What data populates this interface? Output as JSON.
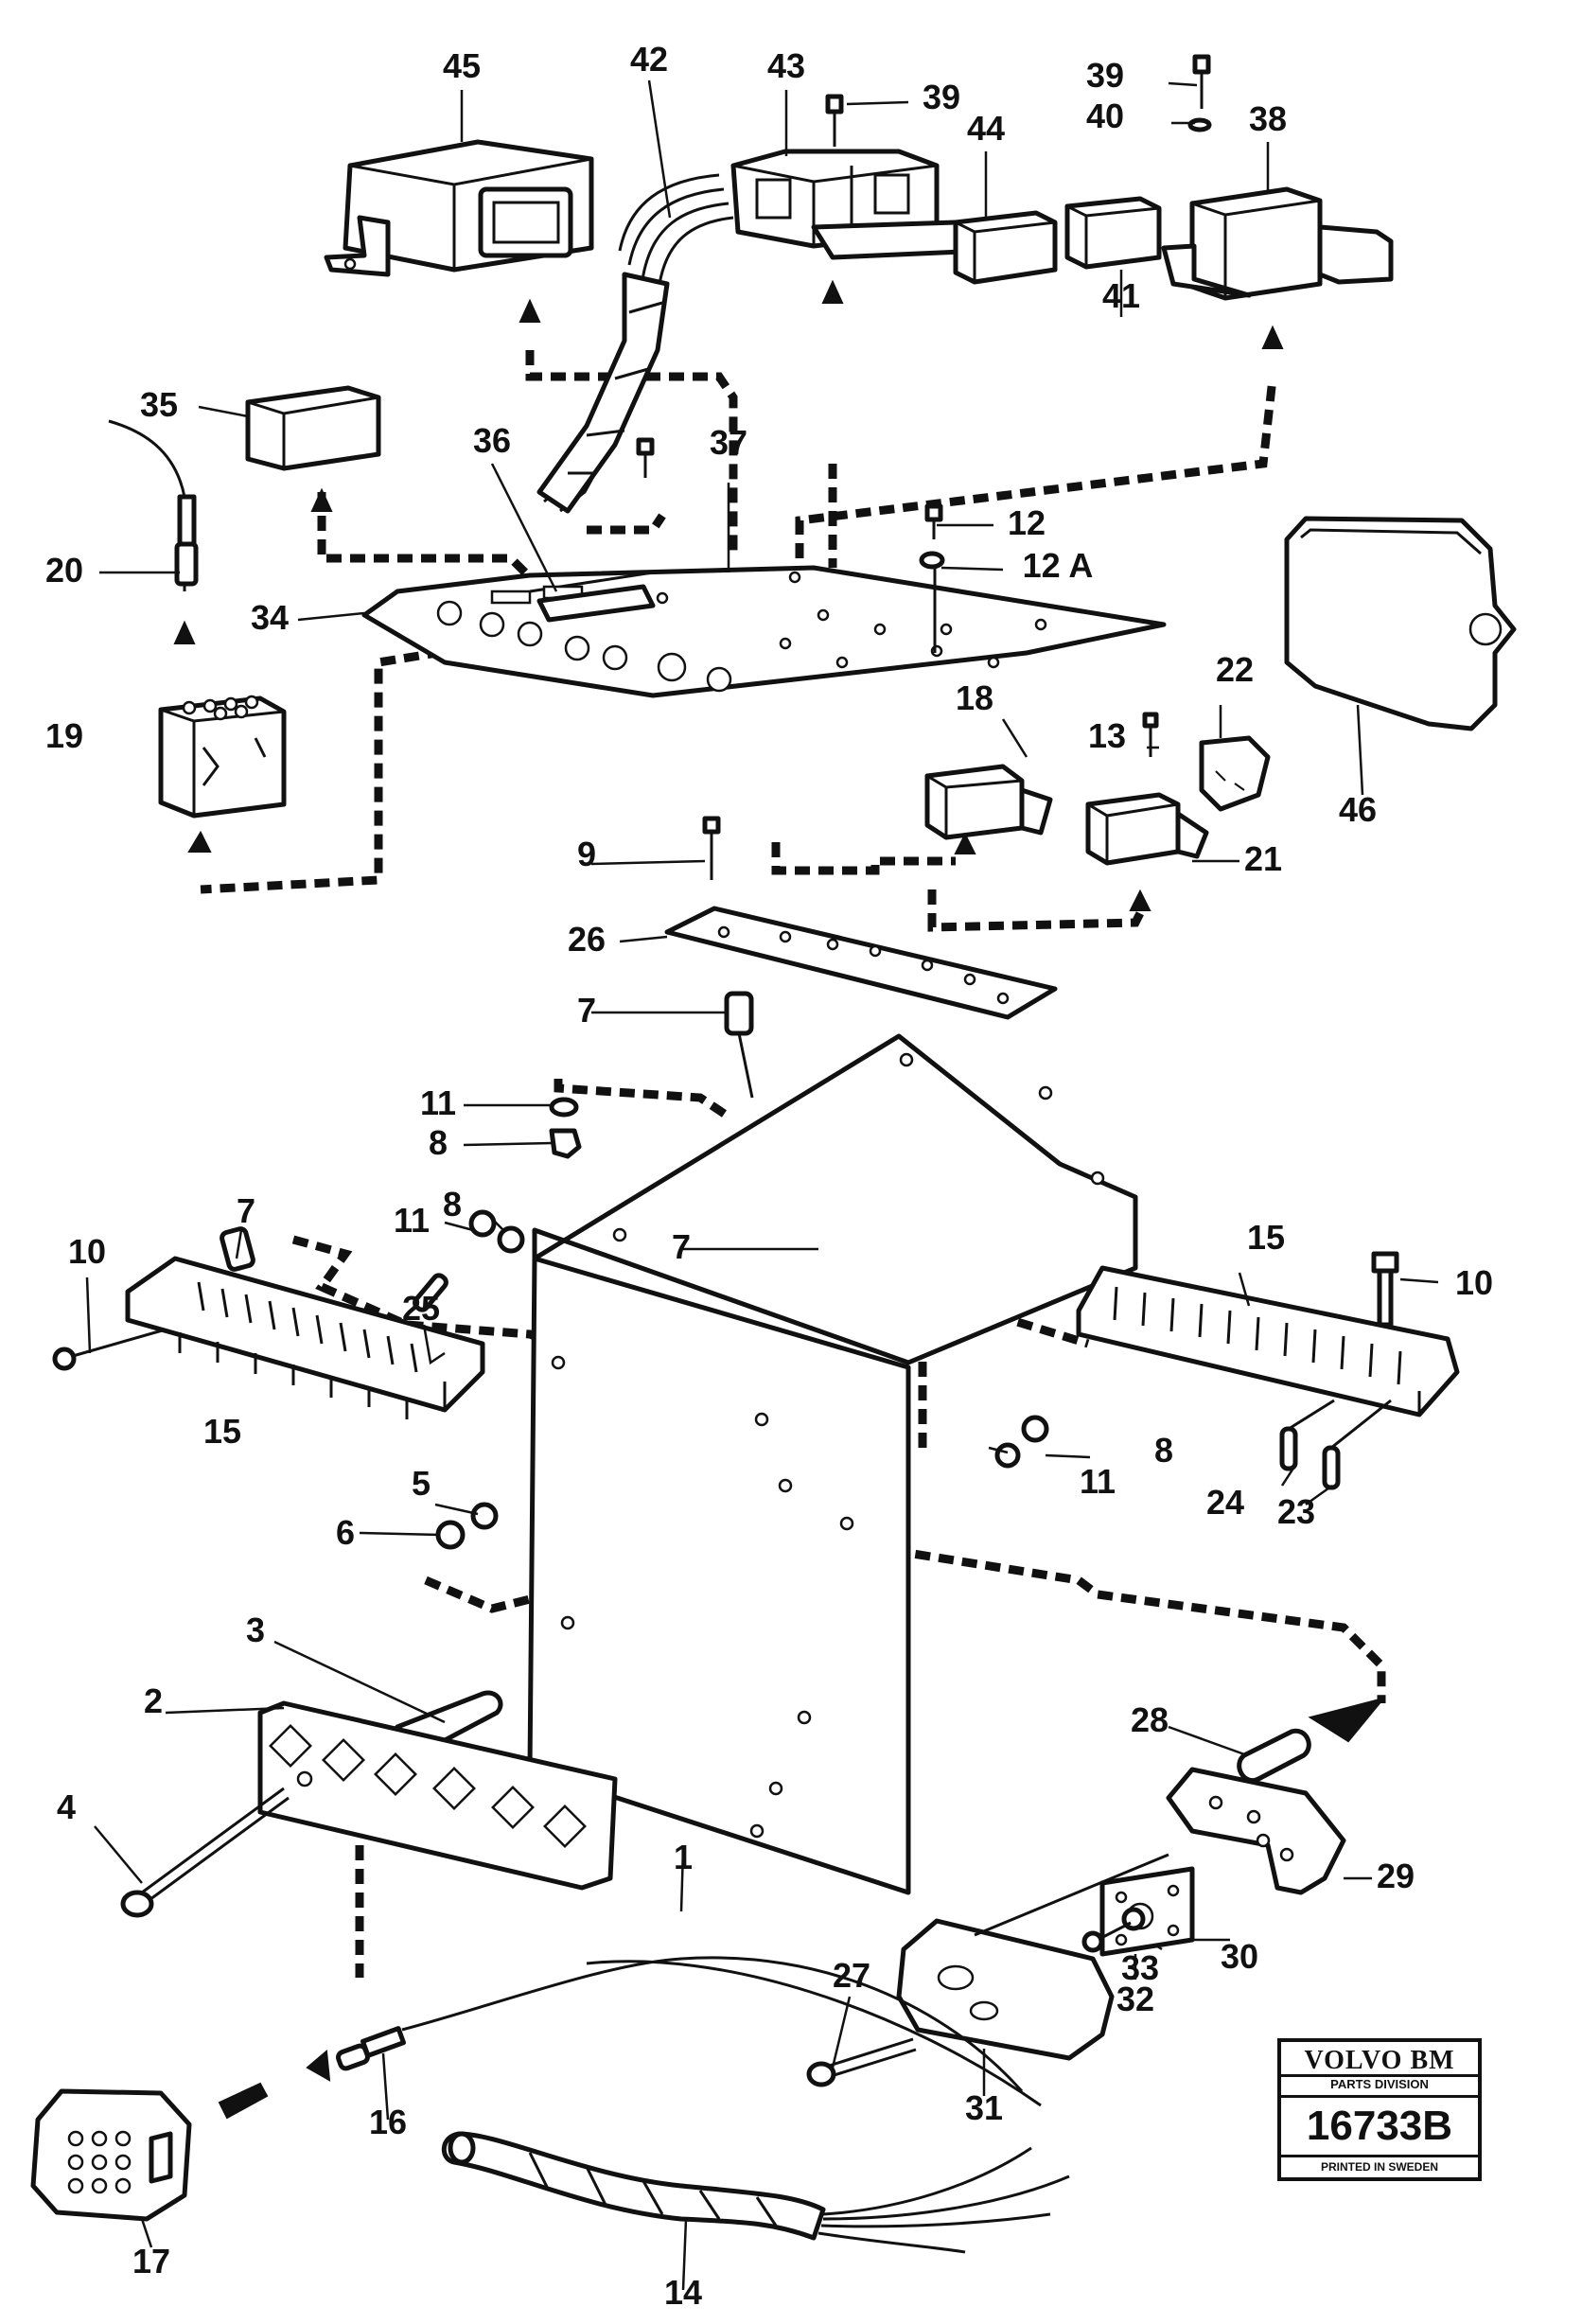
{
  "diagram": {
    "labels": [
      {
        "id": "45",
        "text": "45"
      },
      {
        "id": "42",
        "text": "42"
      },
      {
        "id": "43",
        "text": "43"
      },
      {
        "id": "39a",
        "text": "39"
      },
      {
        "id": "44",
        "text": "44"
      },
      {
        "id": "39b",
        "text": "39"
      },
      {
        "id": "40",
        "text": "40"
      },
      {
        "id": "38",
        "text": "38"
      },
      {
        "id": "41",
        "text": "41"
      },
      {
        "id": "35",
        "text": "35"
      },
      {
        "id": "36",
        "text": "36"
      },
      {
        "id": "37",
        "text": "37"
      },
      {
        "id": "12",
        "text": "12"
      },
      {
        "id": "12A",
        "text": "12 A"
      },
      {
        "id": "20",
        "text": "20"
      },
      {
        "id": "34",
        "text": "34"
      },
      {
        "id": "46",
        "text": "46"
      },
      {
        "id": "19",
        "text": "19"
      },
      {
        "id": "18",
        "text": "18"
      },
      {
        "id": "13",
        "text": "13"
      },
      {
        "id": "22",
        "text": "22"
      },
      {
        "id": "21",
        "text": "21"
      },
      {
        "id": "9",
        "text": "9"
      },
      {
        "id": "26",
        "text": "26"
      },
      {
        "id": "7a",
        "text": "7"
      },
      {
        "id": "11a",
        "text": "11"
      },
      {
        "id": "8a",
        "text": "8"
      },
      {
        "id": "7b",
        "text": "7"
      },
      {
        "id": "8b",
        "text": "8"
      },
      {
        "id": "11b",
        "text": "11"
      },
      {
        "id": "10a",
        "text": "10"
      },
      {
        "id": "25",
        "text": "25"
      },
      {
        "id": "7c",
        "text": "7"
      },
      {
        "id": "15a",
        "text": "15"
      },
      {
        "id": "15b",
        "text": "15"
      },
      {
        "id": "10b",
        "text": "10"
      },
      {
        "id": "8c",
        "text": "8"
      },
      {
        "id": "11c",
        "text": "11"
      },
      {
        "id": "24",
        "text": "24"
      },
      {
        "id": "23",
        "text": "23"
      },
      {
        "id": "6",
        "text": "6"
      },
      {
        "id": "5",
        "text": "5"
      },
      {
        "id": "3",
        "text": "3"
      },
      {
        "id": "2",
        "text": "2"
      },
      {
        "id": "4",
        "text": "4"
      },
      {
        "id": "1",
        "text": "1"
      },
      {
        "id": "28",
        "text": "28"
      },
      {
        "id": "29",
        "text": "29"
      },
      {
        "id": "27",
        "text": "27"
      },
      {
        "id": "30",
        "text": "30"
      },
      {
        "id": "33",
        "text": "33"
      },
      {
        "id": "32",
        "text": "32"
      },
      {
        "id": "16",
        "text": "16"
      },
      {
        "id": "31",
        "text": "31"
      },
      {
        "id": "17",
        "text": "17"
      },
      {
        "id": "14",
        "text": "14"
      }
    ]
  },
  "logo": {
    "brand": "VOLVO BM",
    "division": "PARTS DIVISION",
    "drawing_number": "16733B",
    "made_in": "PRINTED IN SWEDEN"
  }
}
